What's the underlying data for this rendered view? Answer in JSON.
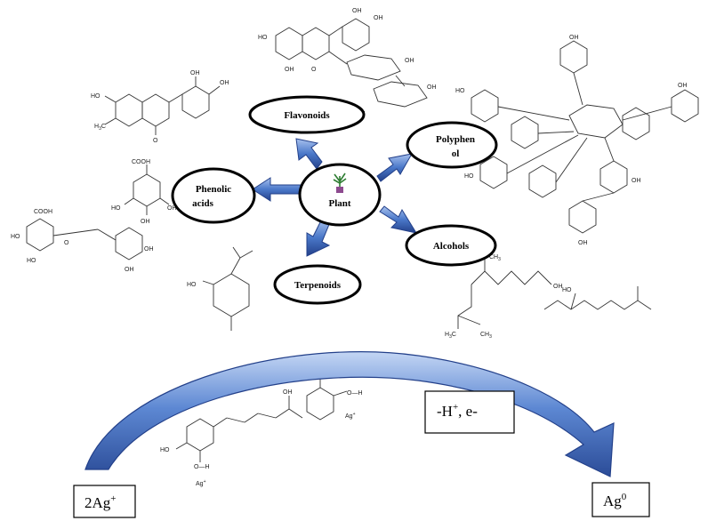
{
  "center": {
    "label": "Plant"
  },
  "classes": [
    {
      "id": "flavonoids",
      "label": "Flavonoids"
    },
    {
      "id": "polyphenol",
      "lines": [
        "Polyphen",
        "ol"
      ]
    },
    {
      "id": "phenolic",
      "lines": [
        "Phenolic",
        "acids"
      ]
    },
    {
      "id": "alcohols",
      "label": "Alcohols"
    },
    {
      "id": "terpenoids",
      "label": "Terpenoids"
    }
  ],
  "reaction": {
    "reactant": "2Ag",
    "reactant_sup": "+",
    "product": "Ag",
    "product_sup": "0",
    "condition": "-H",
    "condition_sup": "+",
    "condition_tail": ", e-"
  },
  "chem_labels": {
    "oh": "OH",
    "ho": "HO",
    "o": "O",
    "cooh": "COOH",
    "h": "H",
    "ag": "Ag",
    "ag_sup": "+",
    "ch3": "CH",
    "ch3_sub": "3",
    "h3c": "H",
    "h3c_sub": "3",
    "h3c_tail": "C"
  },
  "colors": {
    "arrow_fill": "#4a78c9",
    "arrow_dark": "#23408a",
    "arrow_light": "#a9c2ee",
    "node_border": "#000000",
    "box_border": "#000000"
  }
}
